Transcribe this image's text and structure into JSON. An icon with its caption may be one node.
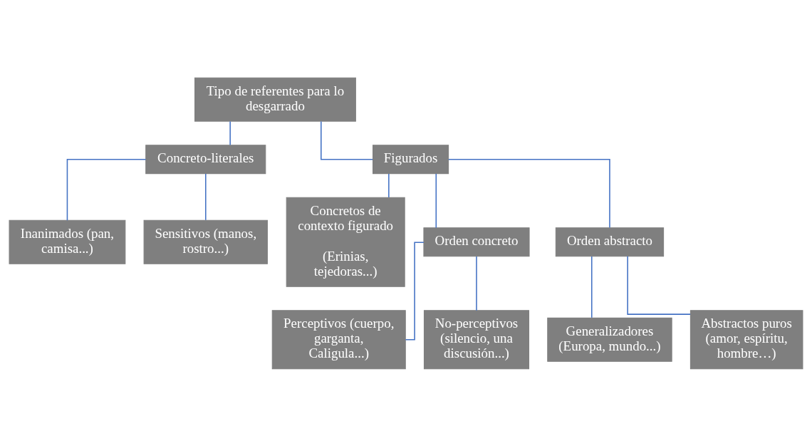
{
  "diagram": {
    "nodes": [
      {
        "text": [
          "Tipo de referentes para lo desgarrado"
        ]
      },
      {
        "text": [
          "Concreto-literales"
        ]
      },
      {
        "text": [
          "Figurados"
        ]
      },
      {
        "text": [
          "Inanimados (pan, camisa...)"
        ]
      },
      {
        "text": [
          "Sensitivos (manos, rostro...)"
        ]
      },
      {
        "text": [
          "Concretos de contexto figurado",
          "(Erinias, tejedoras...)"
        ]
      },
      {
        "text": [
          "Orden concreto"
        ]
      },
      {
        "text": [
          "Orden abstracto"
        ]
      },
      {
        "text": [
          "Perceptivos (cuerpo, garganta, Caligula...)"
        ]
      },
      {
        "text": [
          "No-perceptivos (silencio, una discusión...)"
        ]
      },
      {
        "text": [
          "Generalizadores (Europa, mundo...)"
        ]
      },
      {
        "text": [
          "Abstractos puros (amor, espíritu, hombre…)"
        ]
      }
    ],
    "edges": [
      {
        "from": 0,
        "to": 1,
        "arrow": "none"
      },
      {
        "from": 0,
        "to": 2,
        "arrow": "none"
      },
      {
        "from": 1,
        "to": 3,
        "arrow": "none"
      },
      {
        "from": 1,
        "to": 4,
        "arrow": "none"
      },
      {
        "from": 2,
        "to": 5,
        "arrow": "none"
      },
      {
        "from": 2,
        "to": 6,
        "arrow": "none"
      },
      {
        "from": 2,
        "to": 7,
        "arrow": "none"
      },
      {
        "from": 6,
        "to": 8,
        "arrow": "none"
      },
      {
        "from": 6,
        "to": 9,
        "arrow": "none"
      },
      {
        "from": 7,
        "to": 10,
        "arrow": "none"
      },
      {
        "from": 7,
        "to": 11,
        "arrow": "none"
      }
    ]
  }
}
